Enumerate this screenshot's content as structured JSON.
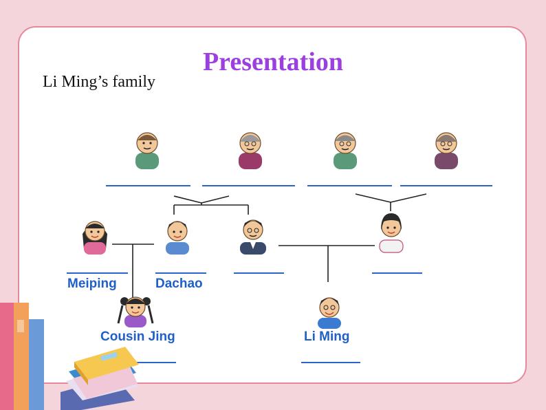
{
  "title": "Presentation",
  "subtitle": "Li Ming’s family",
  "labels": {
    "meiping": "Meiping",
    "dachao": "Dachao",
    "cousin_jing": "Cousin Jing",
    "li_ming": "Li Ming"
  },
  "colors": {
    "background": "#f3d5db",
    "card_border": "#e7889a",
    "title": "#9c3fe0",
    "label": "#1f5fc9",
    "blank_line": "#2b63c8"
  }
}
